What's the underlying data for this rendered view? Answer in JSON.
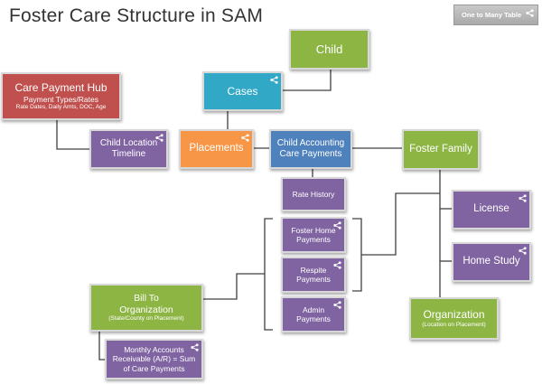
{
  "title": "Foster Care Structure in SAM",
  "legend": {
    "label": "One to Many Table"
  },
  "nodes": {
    "child": "Child",
    "cases": "Cases",
    "care_payment_hub": {
      "title": "Care Payment Hub",
      "line1": "Payment Types/Rates",
      "line2": "Rate Dates, Daily Amts, DOC, Age"
    },
    "child_location_timeline": "Child Location Timeline",
    "placements": "Placements",
    "child_accounting": "Child Accounting Care Payments",
    "foster_family": "Foster Family",
    "rate_history": "Rate History",
    "foster_home_payments": "Foster Home Payments",
    "respite_payments": "Respite Payments",
    "admin_payments": "Admin Payments",
    "license": "License",
    "home_study": "Home Study",
    "organization": {
      "title": "Organization",
      "sub": "(Location on Placement)"
    },
    "bill_to": {
      "title": "Bill To Organization",
      "sub": "(State/County on Placement)"
    },
    "monthly_ar": "Monthly Accounts Receivable (A/R) = Sum of Care Payments"
  },
  "colors": {
    "green": "#8db544",
    "blue": "#30a8c6",
    "red": "#c0504d",
    "orange": "#f79646",
    "purple": "#8064a2",
    "navy": "#4f81bd",
    "connector": "#404040"
  }
}
